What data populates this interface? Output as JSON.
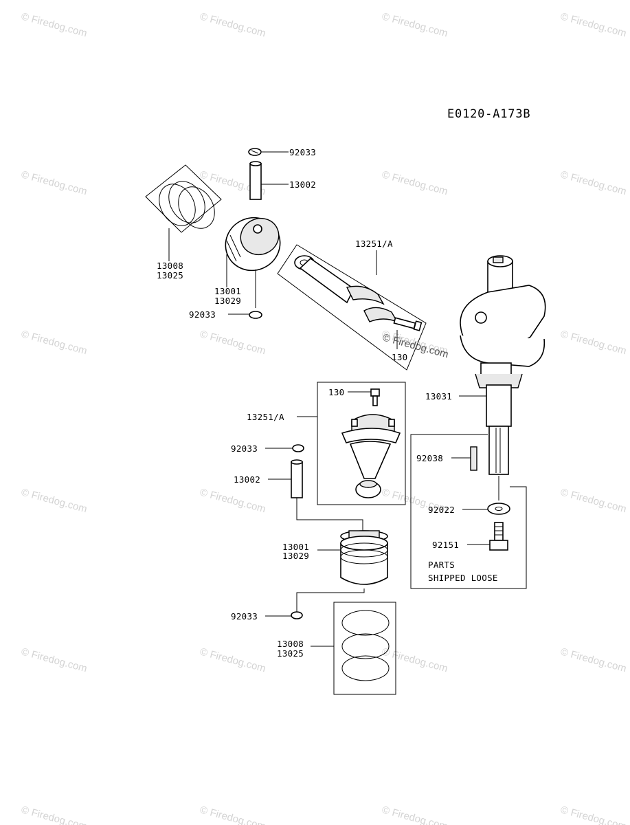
{
  "diagram": {
    "code": "E0120-A173B",
    "labels": {
      "upper_clip_top": "92033",
      "upper_pin": "13002",
      "upper_rings_a": "13008",
      "upper_rings_b": "13025",
      "upper_piston_a": "13001",
      "upper_piston_b": "13029",
      "upper_clip_bottom": "92033",
      "upper_rod": "13251/A",
      "upper_bolt": "130",
      "crankshaft": "13031",
      "lower_bolt": "130",
      "lower_rod": "13251/A",
      "lower_clip_top": "92033",
      "lower_pin": "13002",
      "lower_piston_a": "13001",
      "lower_piston_b": "13029",
      "lower_clip_bottom": "92033",
      "lower_rings_a": "13008",
      "lower_rings_b": "13025",
      "key": "92038",
      "washer": "92022",
      "crank_bolt": "92151"
    },
    "loose_note_line1": "PARTS",
    "loose_note_line2": "SHIPPED LOOSE"
  },
  "watermark": {
    "text": "© Firedog.com",
    "center_text": "© Firedog.com"
  }
}
